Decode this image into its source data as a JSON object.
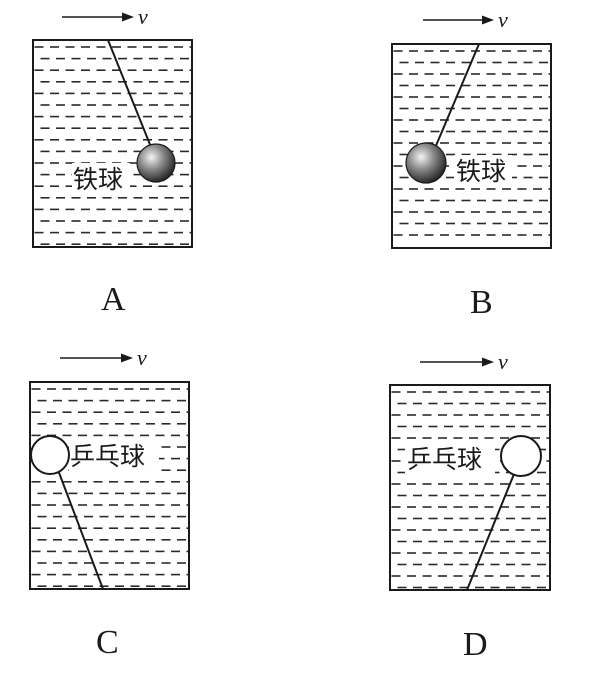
{
  "diagram": {
    "panels": [
      {
        "id": "A",
        "label": "A",
        "velocity_symbol": "v",
        "ball_type": "iron",
        "ball_label": "铁球",
        "string_anchor": "top",
        "ball_side": "right"
      },
      {
        "id": "B",
        "label": "B",
        "velocity_symbol": "v",
        "ball_type": "iron",
        "ball_label": "铁球",
        "string_anchor": "top",
        "ball_side": "left"
      },
      {
        "id": "C",
        "label": "C",
        "velocity_symbol": "v",
        "ball_type": "ping-pong",
        "ball_label": "乒乓球",
        "string_anchor": "bottom",
        "ball_side": "left"
      },
      {
        "id": "D",
        "label": "D",
        "velocity_symbol": "v",
        "ball_type": "ping-pong",
        "ball_label": "乒乓球",
        "string_anchor": "bottom",
        "ball_side": "right"
      }
    ],
    "colors": {
      "line": "#1a1a1a",
      "iron_ball_highlight": "#f4f4f4",
      "iron_ball_shadow": "#1c1c1c",
      "ping_pong_ball_fill": "#ffffff"
    }
  }
}
